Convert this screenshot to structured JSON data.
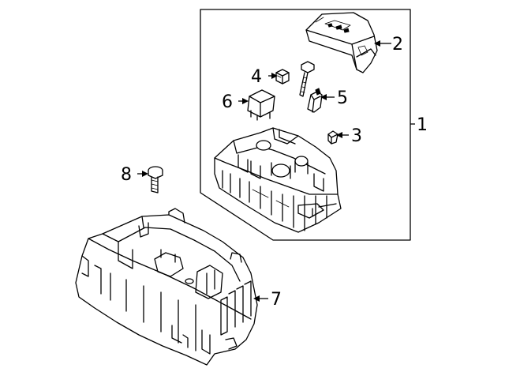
{
  "callouts": {
    "c1": "1",
    "c2": "2",
    "c3": "3",
    "c4": "4",
    "c5": "5",
    "c6": "6",
    "c7": "7",
    "c8": "8"
  },
  "parts": {
    "p1": "fuse-block-assembly",
    "p2": "cover",
    "p3": "fuse",
    "p4": "fuse",
    "p5": "fuse",
    "p6": "relay",
    "p7": "fuse-block-bracket",
    "p8": "bolt"
  }
}
